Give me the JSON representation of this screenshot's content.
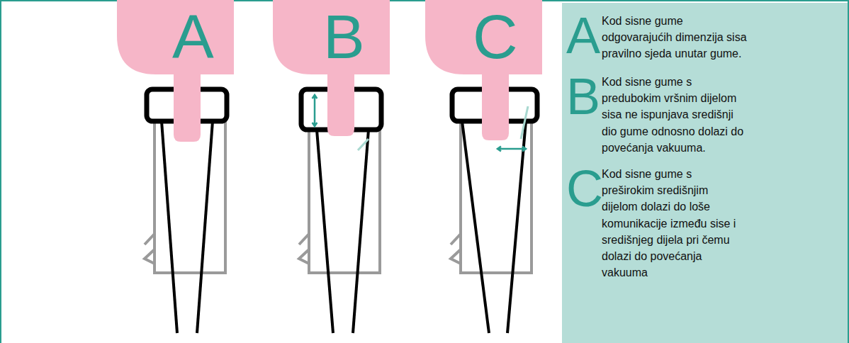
{
  "diagram": {
    "nodes": [
      {
        "text": [
          "A",
          "Kod sisne gume odgovarajućih dimenzija sisa pravilno sjeda unutar gume.",
          "B",
          "Kod sisne gume s predubokim vršnim dijelom sisa ne ispunjava središnji dio gume odnosno dolazi do povećanja vakuuma.",
          "C",
          "Kod sisne gume s preširokim središnjim dijelom dolazi do loše komunikacije između sise i središnjeg dijela pri čemu dolazi do povećanja vakuuma"
        ]
      }
    ],
    "labels": [
      "A",
      "B",
      "C"
    ]
  }
}
